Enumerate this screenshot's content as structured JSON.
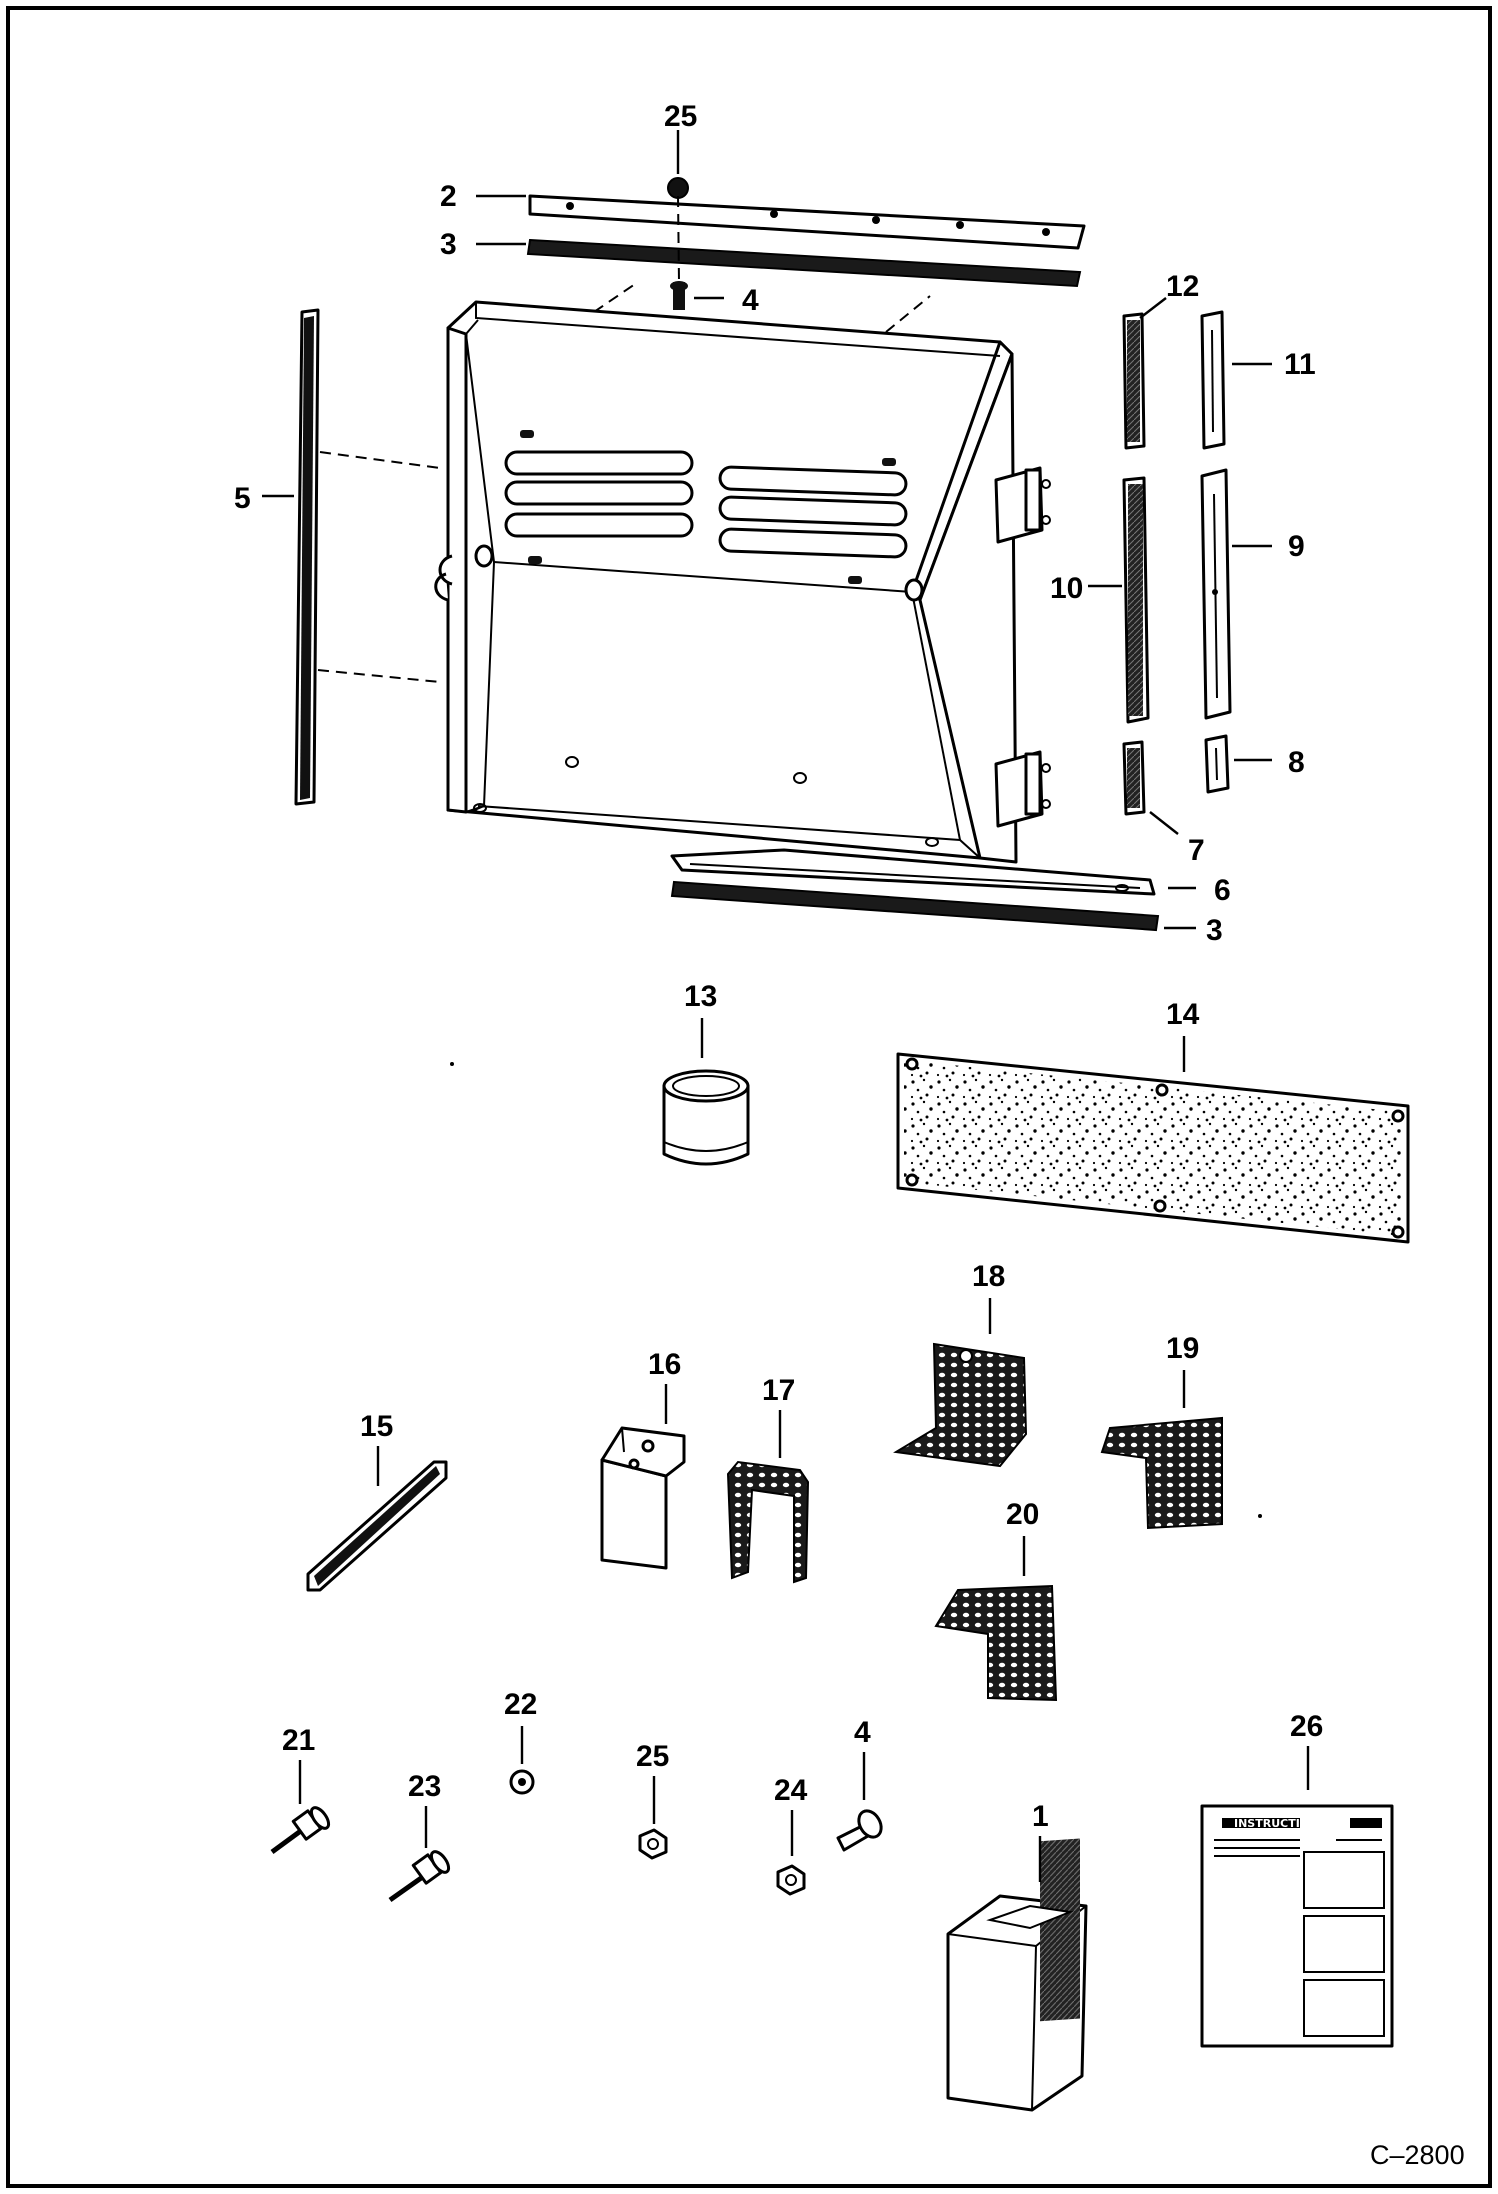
{
  "diagram": {
    "figure_code": "C–2800",
    "callouts": [
      {
        "id": "c25a",
        "text": "25"
      },
      {
        "id": "c2",
        "text": "2"
      },
      {
        "id": "c3a",
        "text": "3"
      },
      {
        "id": "c4a",
        "text": "4"
      },
      {
        "id": "c5",
        "text": "5"
      },
      {
        "id": "c12",
        "text": "12"
      },
      {
        "id": "c11",
        "text": "11"
      },
      {
        "id": "c10",
        "text": "10"
      },
      {
        "id": "c9",
        "text": "9"
      },
      {
        "id": "c8",
        "text": "8"
      },
      {
        "id": "c7",
        "text": "7"
      },
      {
        "id": "c6",
        "text": "6"
      },
      {
        "id": "c3b",
        "text": "3"
      },
      {
        "id": "c13",
        "text": "13"
      },
      {
        "id": "c14",
        "text": "14"
      },
      {
        "id": "c18",
        "text": "18"
      },
      {
        "id": "c19",
        "text": "19"
      },
      {
        "id": "c16",
        "text": "16"
      },
      {
        "id": "c17",
        "text": "17"
      },
      {
        "id": "c15",
        "text": "15"
      },
      {
        "id": "c20",
        "text": "20"
      },
      {
        "id": "c22",
        "text": "22"
      },
      {
        "id": "c21",
        "text": "21"
      },
      {
        "id": "c23",
        "text": "23"
      },
      {
        "id": "c25b",
        "text": "25"
      },
      {
        "id": "c24",
        "text": "24"
      },
      {
        "id": "c4b",
        "text": "4"
      },
      {
        "id": "c1",
        "text": "1"
      },
      {
        "id": "c26",
        "text": "26"
      }
    ],
    "instruction_sheet_title": "INSTRUCTIONS"
  }
}
